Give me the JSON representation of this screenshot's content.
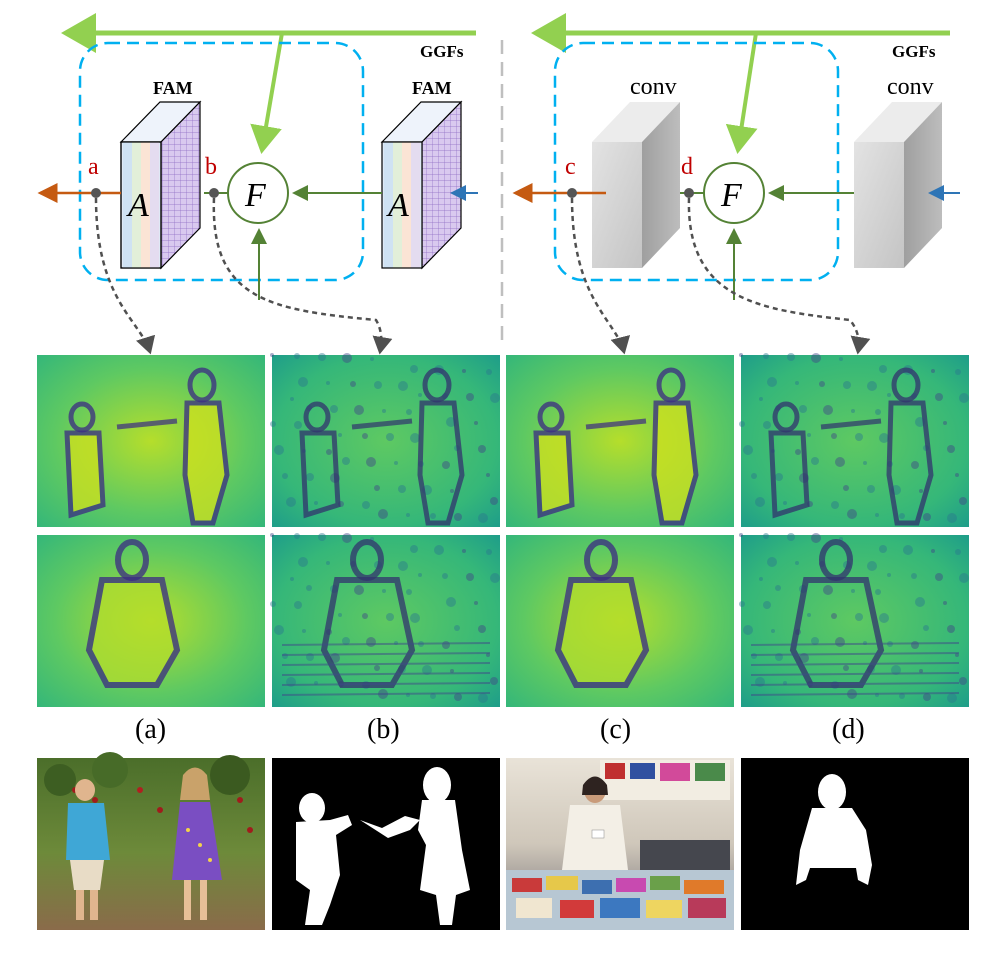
{
  "panels": {
    "left": {
      "ggfs_label": "GGFs",
      "module_left_label": "FAM",
      "module_right_label": "FAM",
      "module_glyph": "A",
      "fusion_glyph": "F",
      "tap_left": "a",
      "tap_right": "b"
    },
    "right": {
      "ggfs_label": "GGFs",
      "module_left_label": "conv",
      "module_right_label": "conv",
      "fusion_glyph": "F",
      "tap_left": "c",
      "tap_right": "d"
    }
  },
  "captions": [
    "(a)",
    "(b)",
    "(c)",
    "(d)"
  ],
  "colors": {
    "ggf_arrow": "#92d050",
    "dashed_box": "#00b0f0",
    "flow_green": "#548235",
    "output_orange": "#c55a11",
    "input_blue": "#2e75b6",
    "tap_red": "#c00000",
    "viridis_low": "#3b2a83",
    "viridis_mid": "#21918c",
    "viridis_high": "#fde725"
  }
}
